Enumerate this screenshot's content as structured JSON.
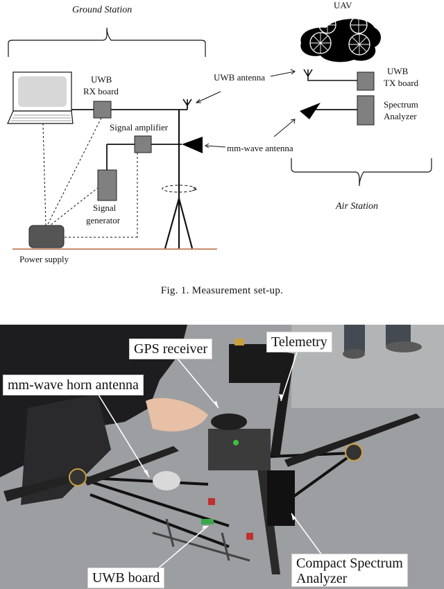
{
  "diagram": {
    "ground_station": "Ground Station",
    "air_station": "Air Station",
    "uav": "UAV",
    "uwb_antenna": "UWB antenna",
    "uwb_rx_line1": "UWB",
    "uwb_rx_line2": "RX board",
    "uwb_tx_line1": "UWB",
    "uwb_tx_line2": "TX board",
    "spectrum_line1": "Spectrum",
    "spectrum_line2": "Analyzer",
    "signal_amplifier": "Signal amplifier",
    "mmwave_antenna": "mm-wave antenna",
    "signal_generator_line1": "Signal",
    "signal_generator_line2": "generator",
    "power_supply": "Power supply"
  },
  "caption": "Fig. 1.  Measurement set-up.",
  "photo": {
    "gps_receiver": "GPS receiver",
    "telemetry": "Telemetry",
    "mmwave_horn": "mm-wave horn antenna",
    "uwb_board": "UWB board",
    "compact_spectrum_line1": "Compact Spectrum",
    "compact_spectrum_line2": "Analyzer"
  }
}
